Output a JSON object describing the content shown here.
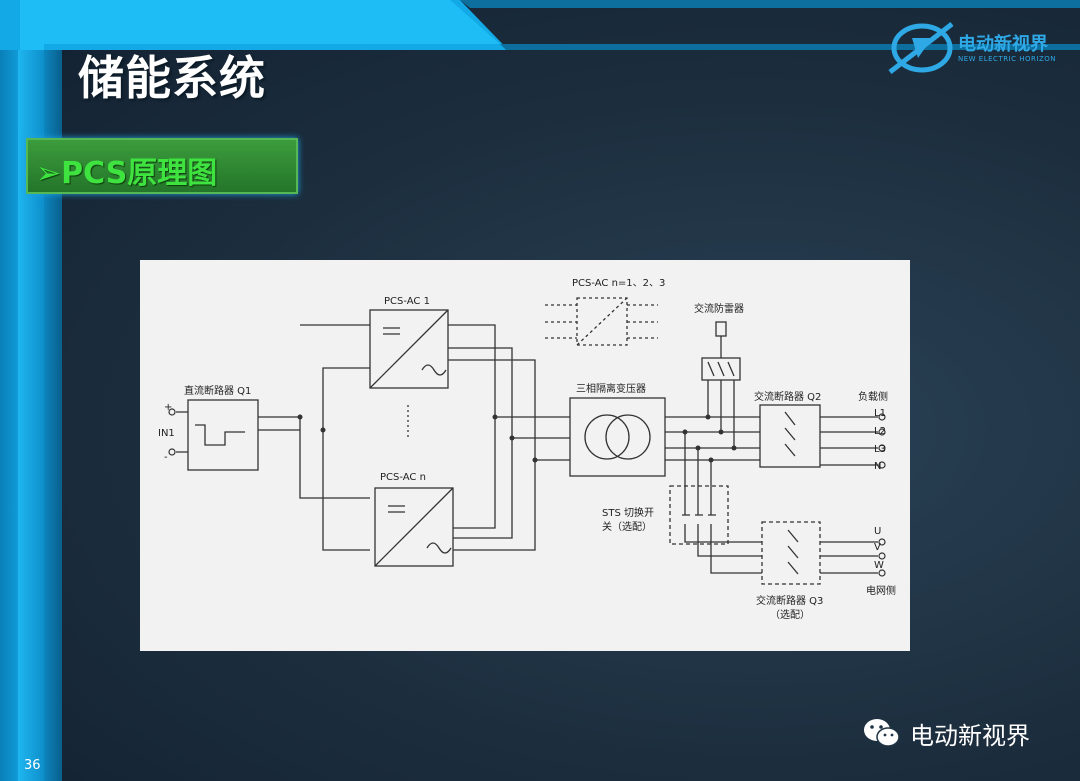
{
  "slide": {
    "title": "储能系统",
    "section_heading": "PCS原理图",
    "page_number": "36"
  },
  "logo": {
    "name": "电动新视界",
    "subtitle": "NEW ELECTRIC HORIZON"
  },
  "watermark": {
    "text": "电动新视界",
    "icon": "wechat-icon"
  },
  "diagram": {
    "dc_breaker_label": "直流断路器 Q1",
    "input_label": "IN1",
    "plus": "+",
    "minus": "-",
    "pcs1_label": "PCS-AC  1",
    "pcsn_label": "PCS-AC  n",
    "pcs_legend_label": "PCS-AC  n=1、2、3",
    "transformer_label": "三相隔离变压器",
    "surge_label": "交流防雷器",
    "q2_label": "交流断路器 Q2",
    "load_side_label": "负载侧",
    "l1": "L1",
    "l2": "L2",
    "l3": "L3",
    "n": "N",
    "sts_label_line1": "STS 切换开",
    "sts_label_line2": "关（选配）",
    "u": "U",
    "v": "V",
    "w": "W",
    "grid_side_label": "电网侧",
    "q3_label_line1": "交流断路器 Q3",
    "q3_label_line2": "（选配）"
  },
  "colors": {
    "frame_blue": "#13a9e6",
    "section_green": "#3fe33f",
    "logo_blue": "#2fa9e6"
  }
}
